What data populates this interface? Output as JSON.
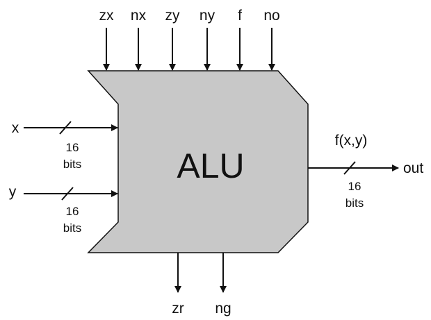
{
  "diagram": {
    "block": {
      "label": "ALU",
      "fill": "#c8c8c8",
      "stroke": "#111111"
    },
    "control_inputs": [
      "zx",
      "nx",
      "zy",
      "ny",
      "f",
      "no"
    ],
    "data_inputs": [
      {
        "name": "x",
        "width_value": "16",
        "width_unit": "bits"
      },
      {
        "name": "y",
        "width_value": "16",
        "width_unit": "bits"
      }
    ],
    "output": {
      "name": "out",
      "function": "f(x,y)",
      "width_value": "16",
      "width_unit": "bits"
    },
    "status_outputs": [
      "zr",
      "ng"
    ]
  }
}
